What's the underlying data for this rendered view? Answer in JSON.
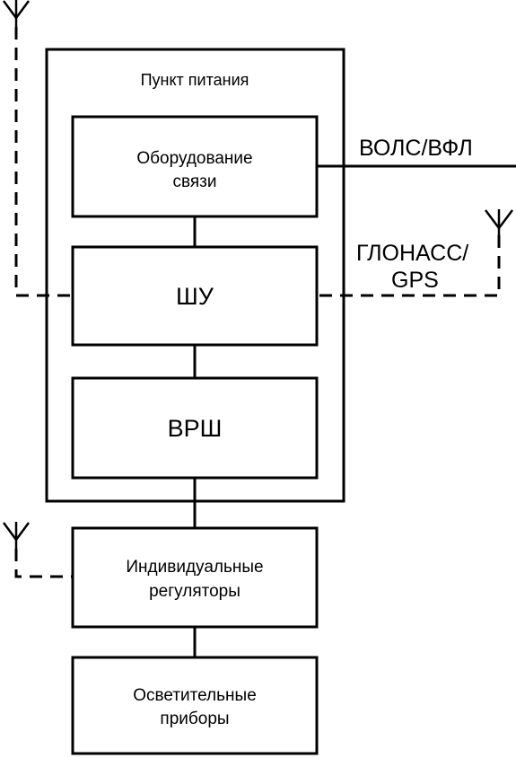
{
  "supply_point": {
    "label": "Пункт питания"
  },
  "blocks": {
    "comm_equipment": {
      "lines": [
        "Оборудование",
        "связи"
      ]
    },
    "shu": {
      "label": "ШУ"
    },
    "vrsh": {
      "label": "ВРШ"
    },
    "regulators": {
      "lines": [
        "Индивидуальные",
        "регуляторы"
      ]
    },
    "luminaires": {
      "lines": [
        "Осветительные",
        "приборы"
      ]
    }
  },
  "external_links": {
    "fiber": "ВОЛС/ВФЛ",
    "gnss": [
      "ГЛОНАСС/",
      "GPS"
    ]
  },
  "icons": [
    "antenna-icon"
  ]
}
